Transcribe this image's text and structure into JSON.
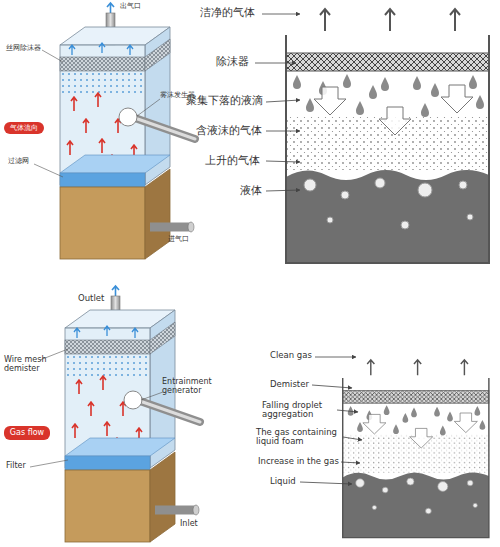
{
  "diagram": {
    "nodes": [
      {
        "text": [
          "气体流向"
        ]
      },
      {
        "text": [
          "Gas flow"
        ]
      }
    ],
    "labels": [
      "出气口",
      "丝网除沫器",
      "雾沫发生器",
      "过滤网",
      "进气口",
      "洁净的气体",
      "除沫器",
      "聚集下落的液滴",
      "含液沫的气体",
      "上升的气体",
      "液体",
      "Outlet",
      "Wire mesh demister",
      "Entrainment generator",
      "Filter",
      "Inlet",
      "Clean gas",
      "Demister",
      "Falling droplet aggregation",
      "The gas containing liquid foam",
      "Increase in the gas",
      "Liquid"
    ]
  }
}
